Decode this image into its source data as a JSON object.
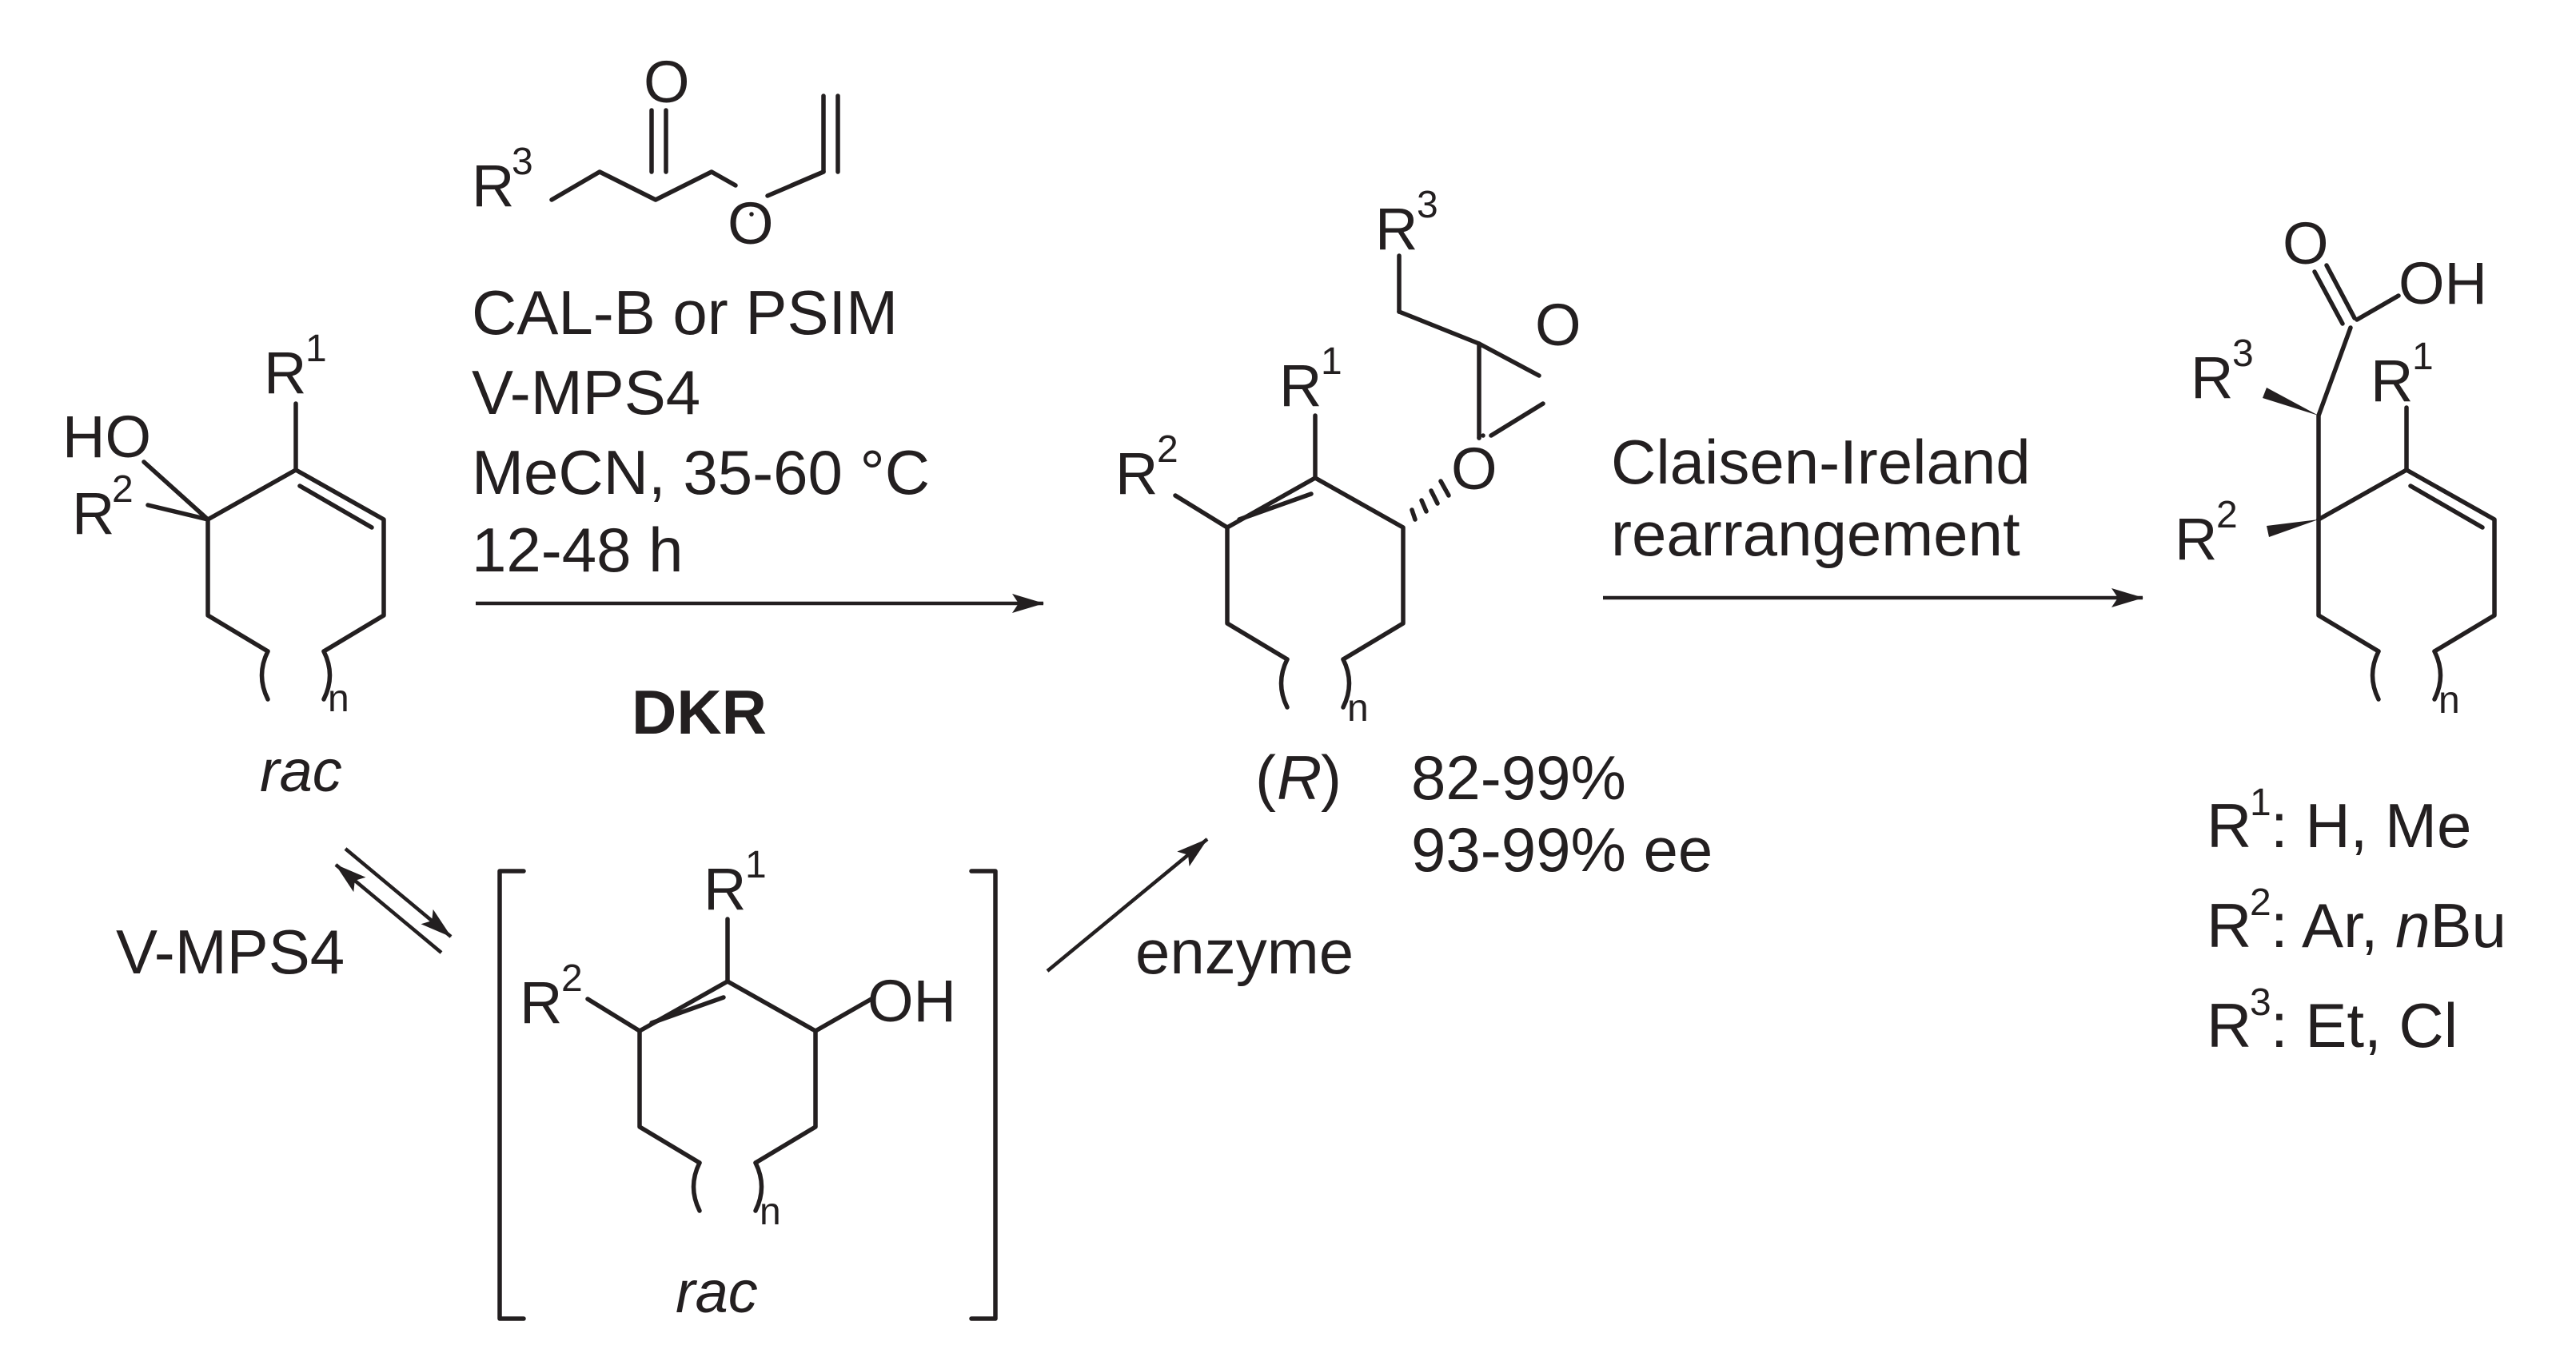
{
  "atoms": {
    "R": "R",
    "one": "1",
    "two": "2",
    "three": "3",
    "n": "n",
    "O": "O",
    "HO": "HO",
    "OH": "OH"
  },
  "reagent_block": {
    "catalyst": "CAL-B or PSIM",
    "racemization": "V-MPS4",
    "conditions": "MeCN, 35-60 °C",
    "time": "12-48 h",
    "process": "DKR"
  },
  "starting_material": {
    "label": "rac"
  },
  "intermediate": {
    "label": "rac",
    "equilibrium_reagent": "V-MPS4",
    "enzyme_label": "enzyme"
  },
  "product": {
    "config_open": "(",
    "config": "R",
    "config_close": ")",
    "yield": "82-99%",
    "ee": "93-99% ee"
  },
  "rearrangement": {
    "line1": "Claisen-Ireland",
    "line2": "rearrangement"
  },
  "substituents": {
    "r1_values": ": H, Me",
    "r2_values_a": ": Ar, ",
    "r2_values_italic": "n",
    "r2_values_b": "Bu",
    "r3_values": ": Et, Cl"
  }
}
